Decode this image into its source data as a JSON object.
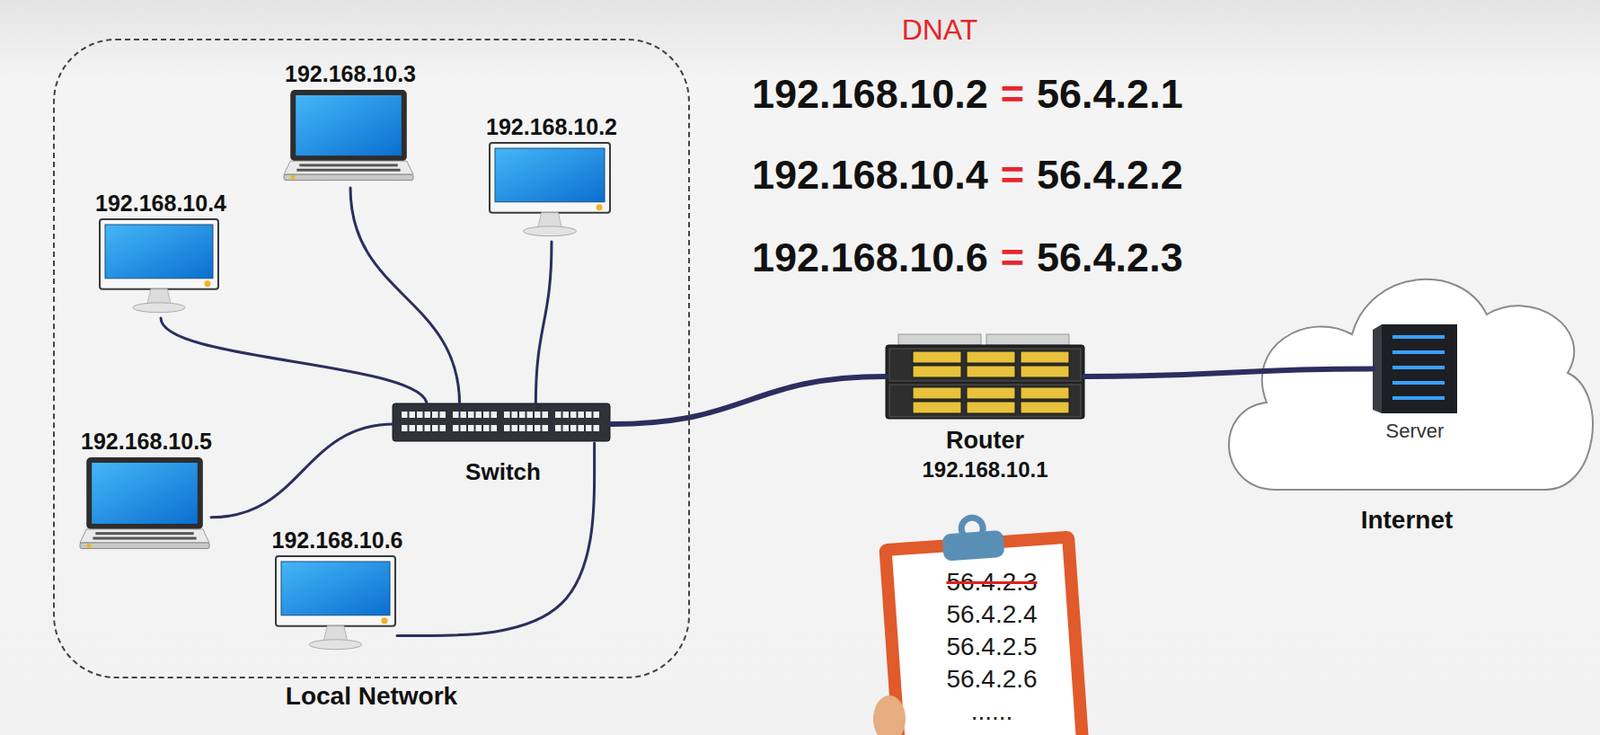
{
  "diagram": {
    "title": "DNAT",
    "nodes": [
      {
        "text": [
          "Local Network"
        ]
      },
      {
        "text": [
          "192.168.10.3"
        ],
        "in": 0
      },
      {
        "text": [
          "192.168.10.2"
        ],
        "in": 0
      },
      {
        "text": [
          "192.168.10.4"
        ],
        "in": 0
      },
      {
        "text": [
          "192.168.10.5"
        ],
        "in": 0
      },
      {
        "text": [
          "Switch"
        ],
        "in": 0
      },
      {
        "text": [
          "192.168.10.6"
        ],
        "in": 0
      },
      {
        "text": [
          "Router",
          "192.168.10.1"
        ]
      },
      {
        "text": [
          "Internet"
        ]
      },
      {
        "text": [
          "Server"
        ],
        "in": 8
      },
      {
        "text": [
          "56.4.2.3",
          "56.4.2.4",
          "56.4.2.5",
          "56.4.2.6",
          "......"
        ]
      }
    ],
    "edges": [
      {
        "from": 3,
        "to": 5,
        "arrow": "none"
      },
      {
        "from": 1,
        "to": 5,
        "arrow": "none"
      },
      {
        "from": 2,
        "to": 5,
        "arrow": "none"
      },
      {
        "from": 4,
        "to": 5,
        "arrow": "none"
      },
      {
        "from": 6,
        "to": 5,
        "arrow": "none"
      },
      {
        "from": 5,
        "to": 7,
        "arrow": "none"
      },
      {
        "from": 7,
        "to": 9,
        "arrow": "none"
      }
    ],
    "labels": [
      "192.168.10.2",
      "=",
      "56.4.2.1",
      "192.168.10.4",
      "=",
      "56.4.2.2",
      "192.168.10.6",
      "=",
      "56.4.2.3"
    ]
  }
}
